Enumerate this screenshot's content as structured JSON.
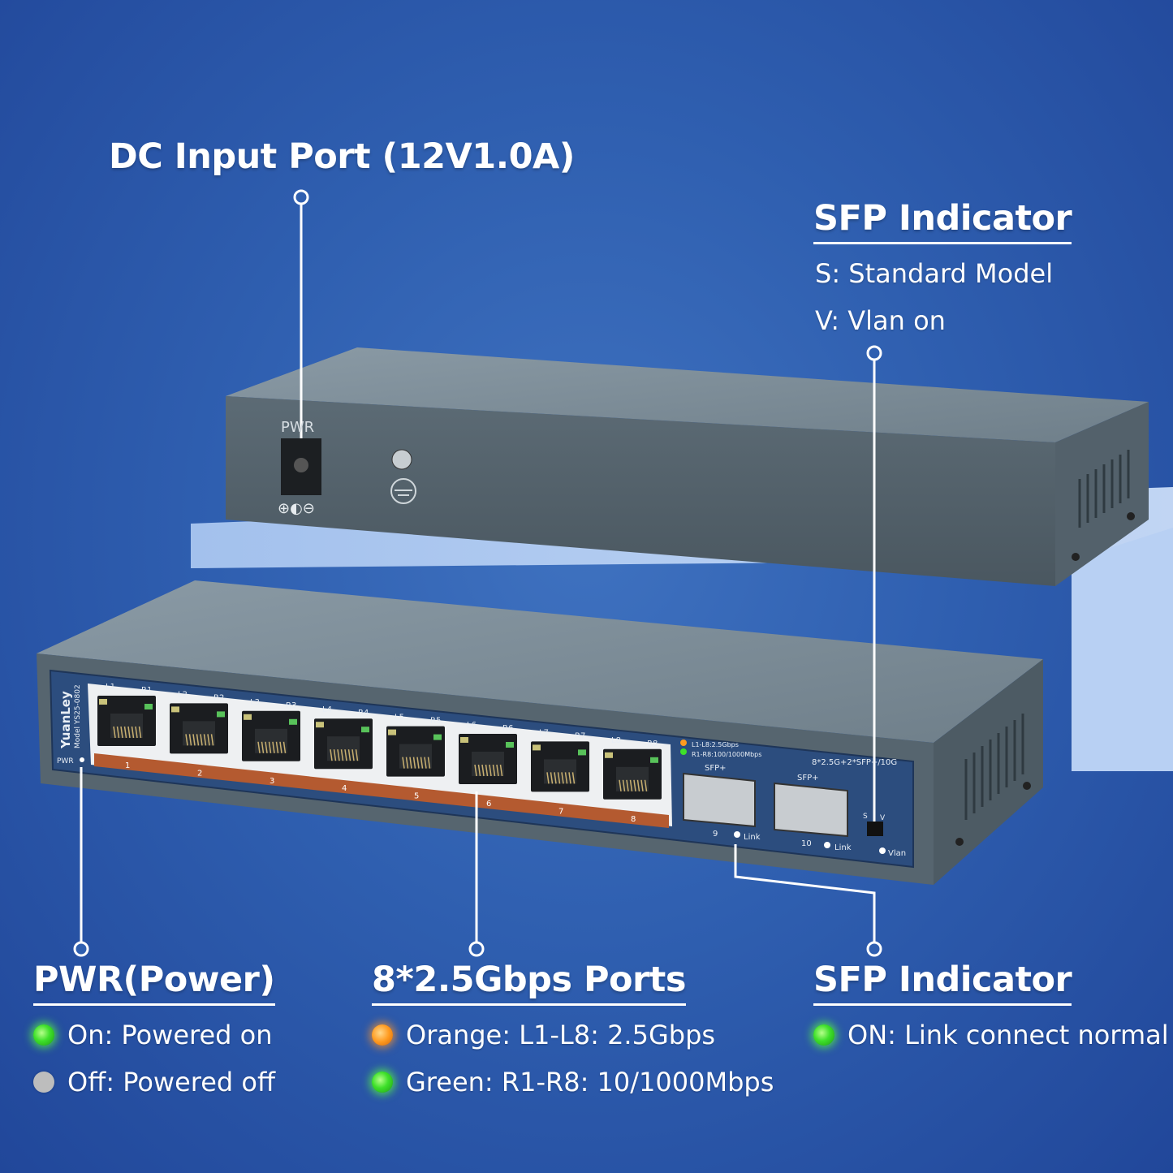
{
  "dc_input": {
    "title": "DC Input Port (12V1.0A)"
  },
  "sfp_indicator_top": {
    "title": "SFP Indicator",
    "lines": [
      "S: Standard Model",
      "V: Vlan on"
    ]
  },
  "pwr": {
    "title": "PWR(Power)",
    "items": [
      {
        "text": "On: Powered on",
        "color": "#3ee02a"
      },
      {
        "text": "Off: Powered off",
        "color": "#bdbdbd"
      }
    ]
  },
  "ports": {
    "title": "8*2.5Gbps Ports",
    "items": [
      {
        "text": "Orange: L1-L8: 2.5Gbps",
        "color": "#ff9a1f"
      },
      {
        "text": "Green: R1-R8: 10/1000Mbps",
        "color": "#3ee02a"
      }
    ]
  },
  "sfp_indicator_bottom": {
    "title": "SFP Indicator",
    "items": [
      {
        "text": "ON: Link connect normal",
        "color": "#3ee02a"
      }
    ]
  },
  "device": {
    "rear": {
      "pwr_label": "PWR",
      "polarity": "⊕◐⊖"
    },
    "front": {
      "brand": "YuanLey",
      "model": "Model YS25-0802",
      "pwr_label": "PWR",
      "led_labels": [
        "L1",
        "R1",
        "L2",
        "R2",
        "L3",
        "R3",
        "L4",
        "R4",
        "L5",
        "R5",
        "L6",
        "R6",
        "L7",
        "R7",
        "L8",
        "R8"
      ],
      "port_numbers": [
        "1",
        "2",
        "3",
        "4",
        "5",
        "6",
        "7",
        "8"
      ],
      "led_legend": [
        "L1-L8:2.5Gbps",
        "R1-R8:100/1000Mbps"
      ],
      "sfp_label": "SFP+",
      "sfp_ports": [
        "9",
        "10"
      ],
      "link_label": "Link",
      "spec": "8*2.5G+2*SFP+/10G",
      "switch_labels": [
        "S",
        "V"
      ],
      "vlan_label": "Vlan"
    }
  }
}
